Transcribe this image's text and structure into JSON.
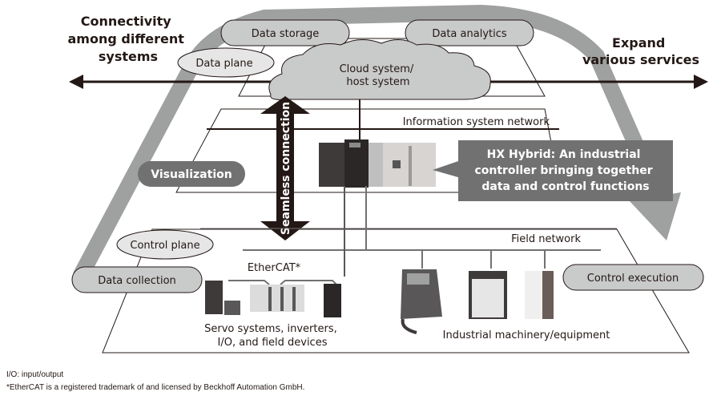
{
  "headings": {
    "left": [
      "Connectivity",
      "among different",
      "systems"
    ],
    "right": [
      "Expand",
      "various services"
    ]
  },
  "planes": {
    "data_plane": "Data plane",
    "control_plane": "Control plane"
  },
  "functions": {
    "data_storage": "Data storage",
    "data_analytics": "Data analytics",
    "visualization": "Visualization",
    "data_collection": "Data collection",
    "control_execution": "Control execution"
  },
  "cloud": [
    "Cloud system/",
    "host system"
  ],
  "networks": {
    "information": "Information system network",
    "field": "Field network",
    "ethercat": "EtherCAT*"
  },
  "seamless": "Seamless connection",
  "callout": [
    "HX Hybrid: An industrial",
    "controller bringing together",
    "data and control functions"
  ],
  "devices": {
    "field_devices": [
      "Servo systems, inverters,",
      "I/O, and field devices"
    ],
    "machinery": "Industrial machinery/equipment"
  },
  "footnotes": [
    "I/O: input/output",
    "*EtherCAT is a registered trademark of and licensed by Beckhoff Automation GmbH."
  ],
  "colors": {
    "ink": "#231815",
    "flow_arrow": "#9fa0a0",
    "bubble": "#c9caca",
    "light_bubble": "#e6e6e6",
    "dark_label": "#727171"
  }
}
